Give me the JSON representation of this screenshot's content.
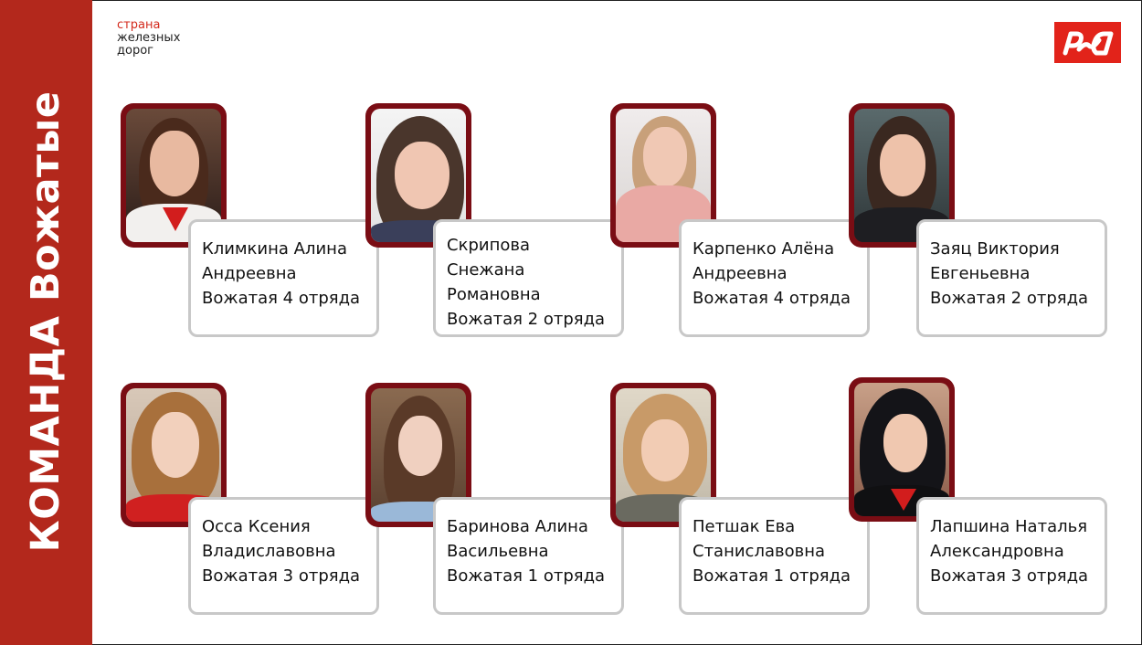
{
  "sidebar": {
    "title": "КОМАНДА Вожатые"
  },
  "brand": {
    "line1": "страна",
    "line2": "железных",
    "line3": "дорог"
  },
  "logo": {
    "icon": "rzd-logo-icon",
    "color": "#e2231a"
  },
  "colors": {
    "sidebar": "#b3281c",
    "photo_frame": "#7a0d14",
    "card_border": "#c8c8c8"
  },
  "people": [
    {
      "lines": [
        "Климкина Алина",
        "Андреевна",
        "Вожатая 4 отряда"
      ]
    },
    {
      "lines": [
        "Скрипова",
        "Снежана",
        "Романовна",
        "Вожатая 2 отряда"
      ]
    },
    {
      "lines": [
        "Карпенко Алёна",
        "Андреевна",
        "Вожатая 4 отряда"
      ]
    },
    {
      "lines": [
        "Заяц Виктория",
        "Евгеньевна",
        "Вожатая 2 отряда"
      ]
    },
    {
      "lines": [
        "Осса Ксения",
        "Владиславовна",
        "Вожатая 3 отряда"
      ]
    },
    {
      "lines": [
        "Баринова Алина",
        "Васильевна",
        "Вожатая 1 отряда"
      ]
    },
    {
      "lines": [
        "Петшак Ева",
        "Станиславовна",
        "Вожатая 1 отряда"
      ]
    },
    {
      "lines": [
        "Лапшина Наталья",
        "Александровна",
        "Вожатая 3 отряда"
      ]
    }
  ]
}
